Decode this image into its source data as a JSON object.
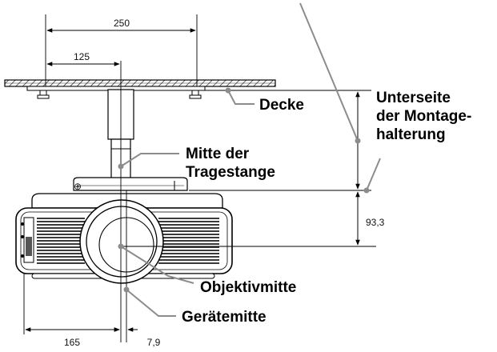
{
  "dimensions": {
    "width_250": "250",
    "width_125": "125",
    "height_93_3": "93,3",
    "offset_165": "165",
    "offset_7_9": "7,9"
  },
  "callouts": {
    "ceiling": "Decke",
    "mount_underside": [
      "Unterseite",
      "der Montage-",
      "halterung"
    ],
    "pole_center": [
      "Mitte der",
      "Tragestange"
    ],
    "lens_center": "Objektivmitte",
    "unit_center": "Gerätemitte"
  },
  "colors": {
    "line": "#000000",
    "leader": "#8c8c8c",
    "grille": "#333333"
  }
}
